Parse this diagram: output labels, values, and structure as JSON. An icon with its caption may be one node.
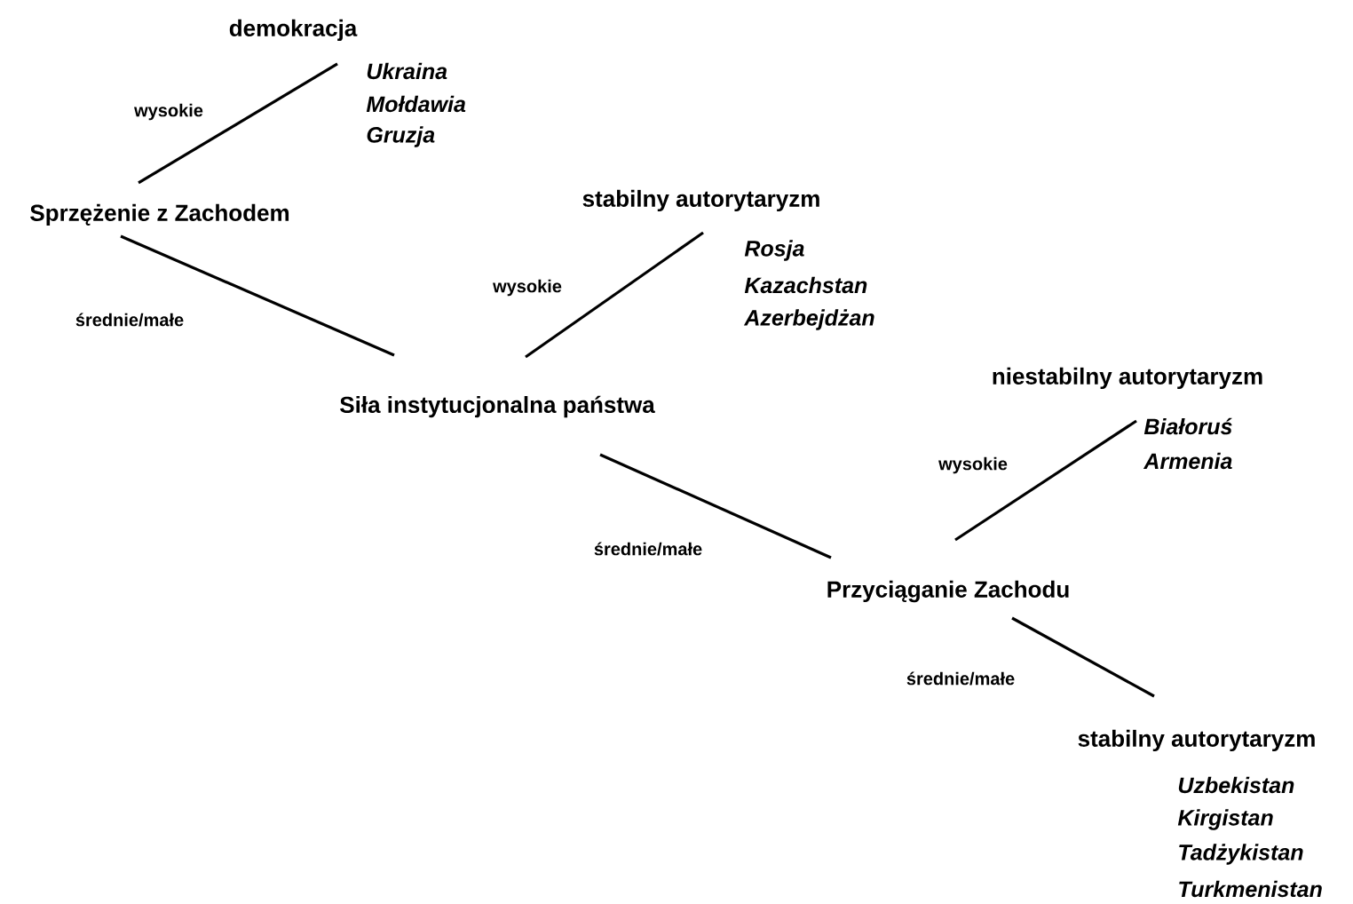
{
  "diagram": {
    "nodes": [
      {
        "text": [
          "demokracja"
        ],
        "beside": [
          "Ukraina",
          "Mołdawia",
          "Gruzja"
        ]
      },
      {
        "text": [
          "Sprzężenie z Zachodem"
        ]
      },
      {
        "text": [
          "stabilny autorytaryzm"
        ],
        "beside": [
          "Rosja",
          "Kazachstan",
          "Azerbejdżan"
        ]
      },
      {
        "text": [
          "Siła instytucjonalna państwa"
        ]
      },
      {
        "text": [
          "niestabilny autorytaryzm"
        ],
        "beside": [
          "Białoruś",
          "Armenia"
        ]
      },
      {
        "text": [
          "Przyciąganie Zachodu"
        ]
      },
      {
        "text": [
          "stabilny autorytaryzm"
        ],
        "beside": [
          "Uzbekistan",
          "Kirgistan",
          "Tadżykistan",
          "Turkmenistan"
        ]
      }
    ],
    "edges": [
      {
        "from": 1,
        "to": 0,
        "arrow": "none",
        "label": "wysokie"
      },
      {
        "from": 1,
        "to": 3,
        "arrow": "none",
        "label": "średnie/małe"
      },
      {
        "from": 3,
        "to": 2,
        "arrow": "none",
        "label": "wysokie"
      },
      {
        "from": 3,
        "to": 5,
        "arrow": "none",
        "label": "średnie/małe"
      },
      {
        "from": 5,
        "to": 4,
        "arrow": "none",
        "label": "wysokie"
      },
      {
        "from": 5,
        "to": 6,
        "arrow": "none",
        "label": "średnie/małe"
      }
    ]
  }
}
